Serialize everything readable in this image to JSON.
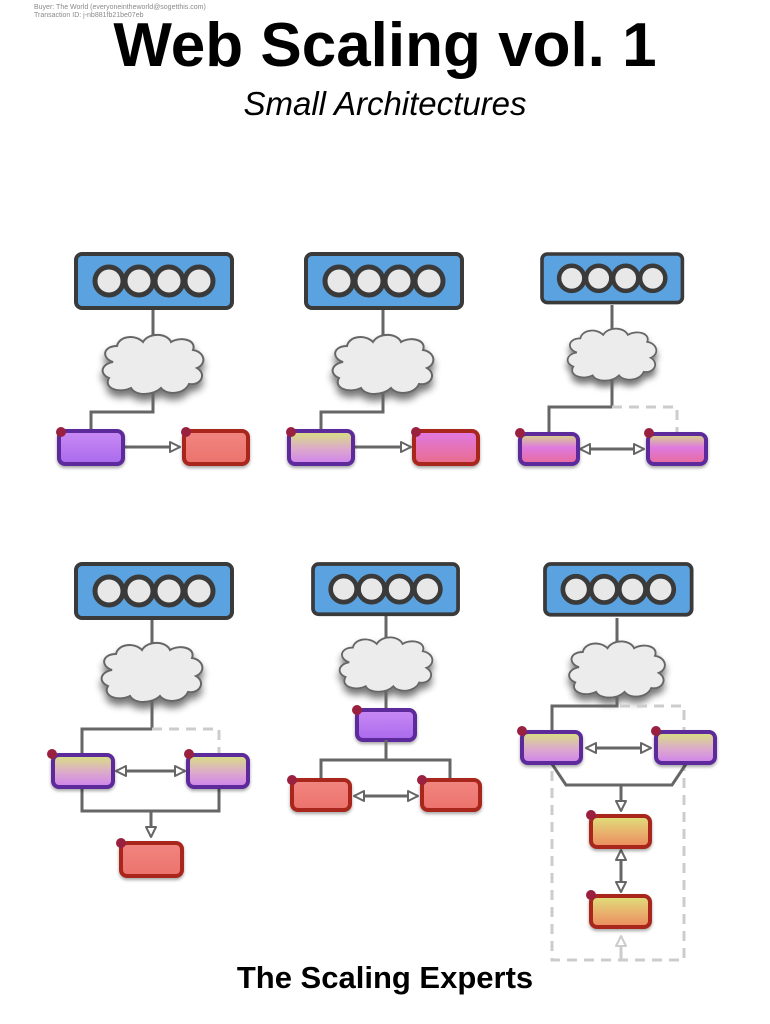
{
  "watermark": {
    "buyer": "Buyer: The World (everyoneintheworld@sogetthis.com)",
    "transaction": "Transaction ID: j-nb881fb21be07eb"
  },
  "cover": {
    "title": "Web Scaling vol. 1",
    "subtitle": "Small Architectures",
    "publisher": "The Scaling Experts"
  },
  "colors": {
    "client_fill": "#5ba3e0",
    "client_stroke": "#3a3a3a",
    "client_dot_fill": "#e8e8e8",
    "cloud_fill": "#ececec",
    "connector": "#666666",
    "dashed": "#cccccc",
    "purple_stroke": "#5b2a9a",
    "red_stroke": "#a8281e",
    "corner_dot": "#9a2040",
    "purple_fill": "#c77cf0",
    "red_fill": "#ef7a74",
    "green_top": "#d8e27e",
    "magenta": "#e07ae6",
    "pink": "#e86a9a",
    "orange_bottom": "#ec8a5e"
  },
  "diagrams": [
    {
      "name": "single-server-single-db",
      "nodes": [
        "app-server",
        "database"
      ],
      "links": [
        "app-to-db"
      ]
    },
    {
      "name": "app-server-to-db-server",
      "nodes": [
        "app-server",
        "database"
      ],
      "links": [
        "app-to-db"
      ]
    },
    {
      "name": "two-nodes-failover",
      "nodes": [
        "node-a",
        "node-b"
      ],
      "links": [
        "node-a-to-node-b"
      ]
    },
    {
      "name": "two-app-servers-shared-db",
      "nodes": [
        "app-server-a",
        "app-server-b",
        "database"
      ],
      "links": [
        "app-a-to-app-b",
        "apps-to-db"
      ]
    },
    {
      "name": "app-server-replicated-dbs",
      "nodes": [
        "app-server",
        "db-primary",
        "db-replica"
      ],
      "links": [
        "db-replication"
      ]
    },
    {
      "name": "redundant-apps-replicated-dbs",
      "nodes": [
        "app-server-a",
        "app-server-b",
        "db-primary",
        "db-replica"
      ],
      "links": [
        "app-a-to-app-b",
        "apps-to-db",
        "db-replication"
      ]
    }
  ]
}
